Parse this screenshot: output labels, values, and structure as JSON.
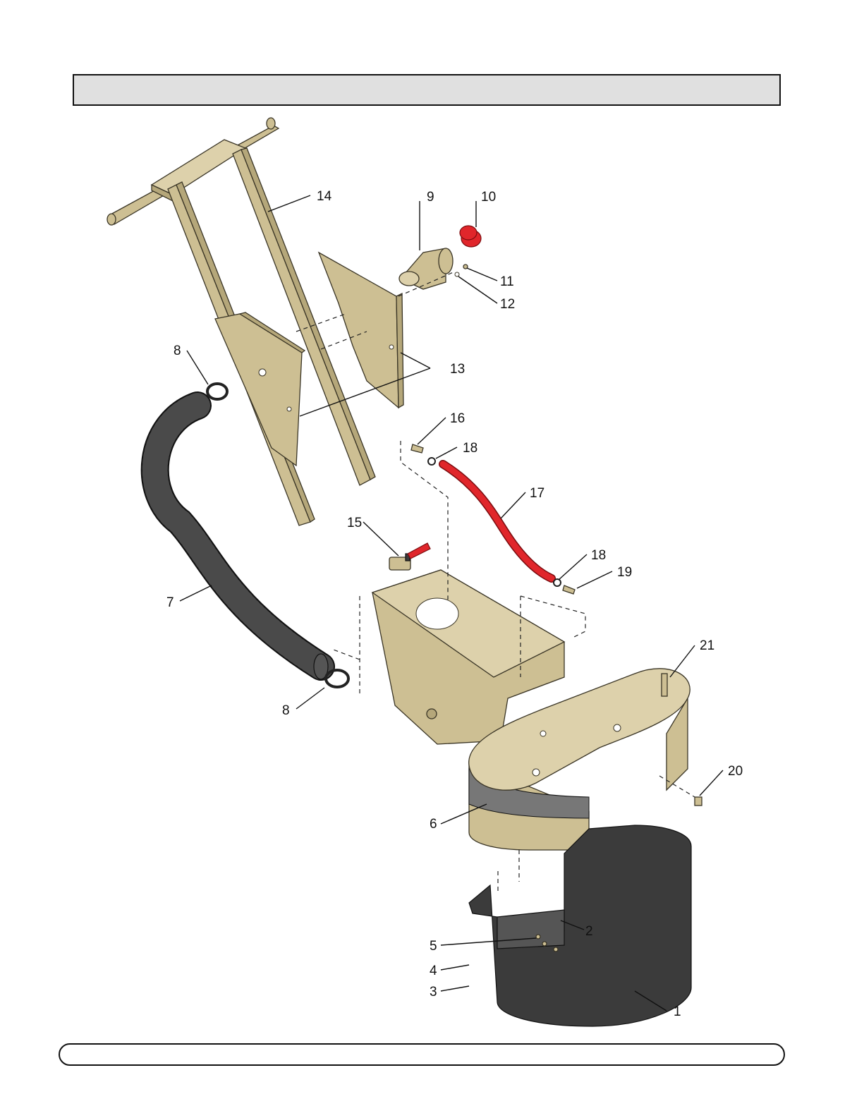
{
  "header": {
    "title": ""
  },
  "footer": {
    "text": ""
  },
  "callouts": {
    "c1": "1",
    "c2": "2",
    "c3": "3",
    "c4": "4",
    "c5": "5",
    "c6": "6",
    "c7": "7",
    "c8a": "8",
    "c8b": "8",
    "c9": "9",
    "c10": "10",
    "c11": "11",
    "c12": "12",
    "c13": "13",
    "c14": "14",
    "c15": "15",
    "c16": "16",
    "c17": "17",
    "c18a": "18",
    "c18b": "18",
    "c19": "19",
    "c20": "20",
    "c21": "21"
  },
  "colors": {
    "part_tan": "#cdbf93",
    "hose_dark": "#3b3b3b",
    "hose_red": "#e0262b",
    "header_gray": "#e0e0e0"
  }
}
